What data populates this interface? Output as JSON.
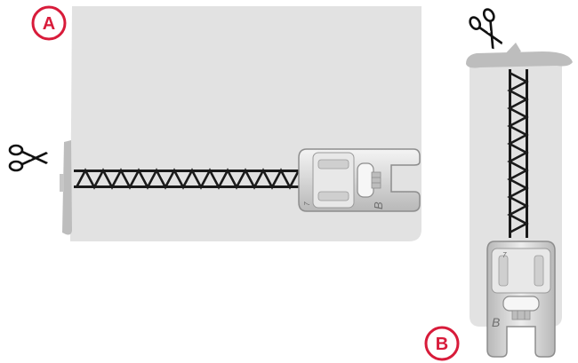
{
  "figure": {
    "panel_a": {
      "badge": "A",
      "foot_letter": "B",
      "foot_number": "7"
    },
    "panel_b": {
      "badge": "B",
      "foot_letter": "B",
      "foot_number": "7"
    },
    "colors": {
      "fabric": "#e2e2e2",
      "fabric_edge": "#cfcfcf",
      "fold": "#b9b9b9",
      "stitch": "#1a1a1a",
      "badge": "#d81b3a",
      "metal_light": "#f1f1f1",
      "metal_mid": "#c9c9c9",
      "metal_dark": "#8d8d8d"
    },
    "icons": [
      "scissors-icon",
      "presser-foot-icon",
      "zigzag-stitch"
    ]
  }
}
